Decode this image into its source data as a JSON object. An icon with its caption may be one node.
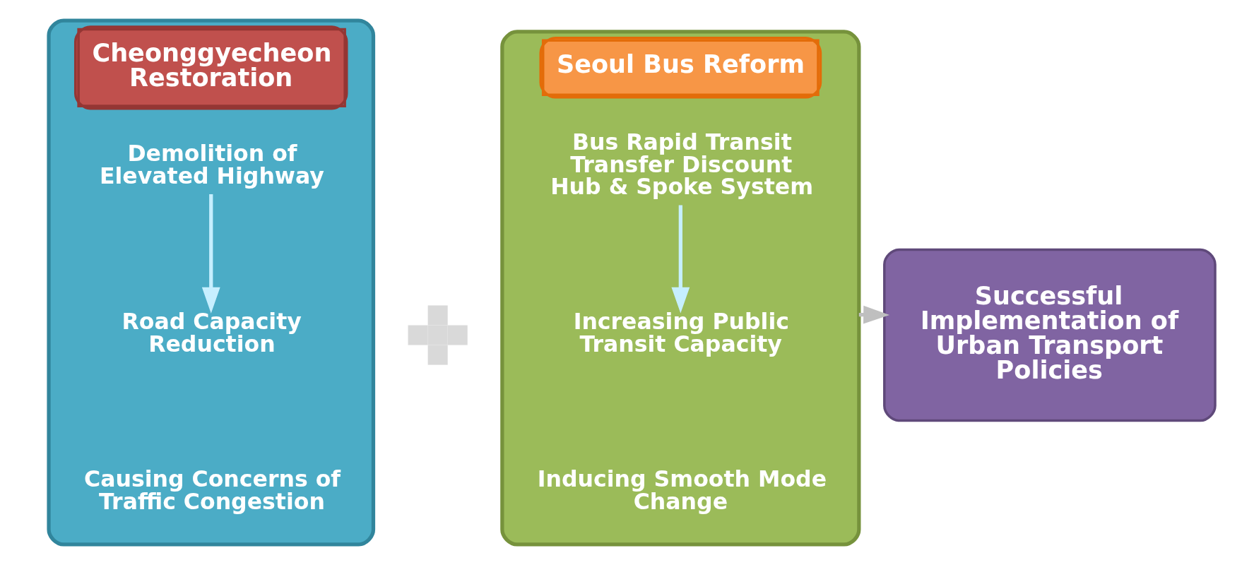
{
  "diagram": {
    "nodes": [
      {
        "text": [
          "Cheonggyecheon Restoration"
        ]
      },
      {
        "text": [
          "Demolition of Elevated Highway"
        ],
        "in": 0
      },
      {
        "text": [
          "Road Capacity Reduction"
        ],
        "in": 0
      },
      {
        "text": [
          "Causing Concerns of Traffic Congestion"
        ],
        "in": 0
      },
      {
        "text": [],
        "shape": "cross"
      },
      {
        "text": [
          "Seoul Bus Reform"
        ]
      },
      {
        "text": [
          "Bus Rapid Transit",
          "Transfer Discount",
          "Hub & Spoke System"
        ],
        "in": 5
      },
      {
        "text": [
          "Increasing Public Transit Capacity"
        ],
        "in": 5
      },
      {
        "text": [
          "Inducing Smooth Mode Change"
        ],
        "in": 5
      },
      {
        "text": [
          "Successful Implementation of Urban Transport Policies"
        ]
      }
    ],
    "edges": [
      {
        "from": 1,
        "to": 2,
        "arrow": "to"
      },
      {
        "from": 6,
        "to": 7,
        "arrow": "to"
      },
      {
        "from": 5,
        "to": 9,
        "arrow": "to",
        "color": "#bfbfbf"
      }
    ]
  }
}
